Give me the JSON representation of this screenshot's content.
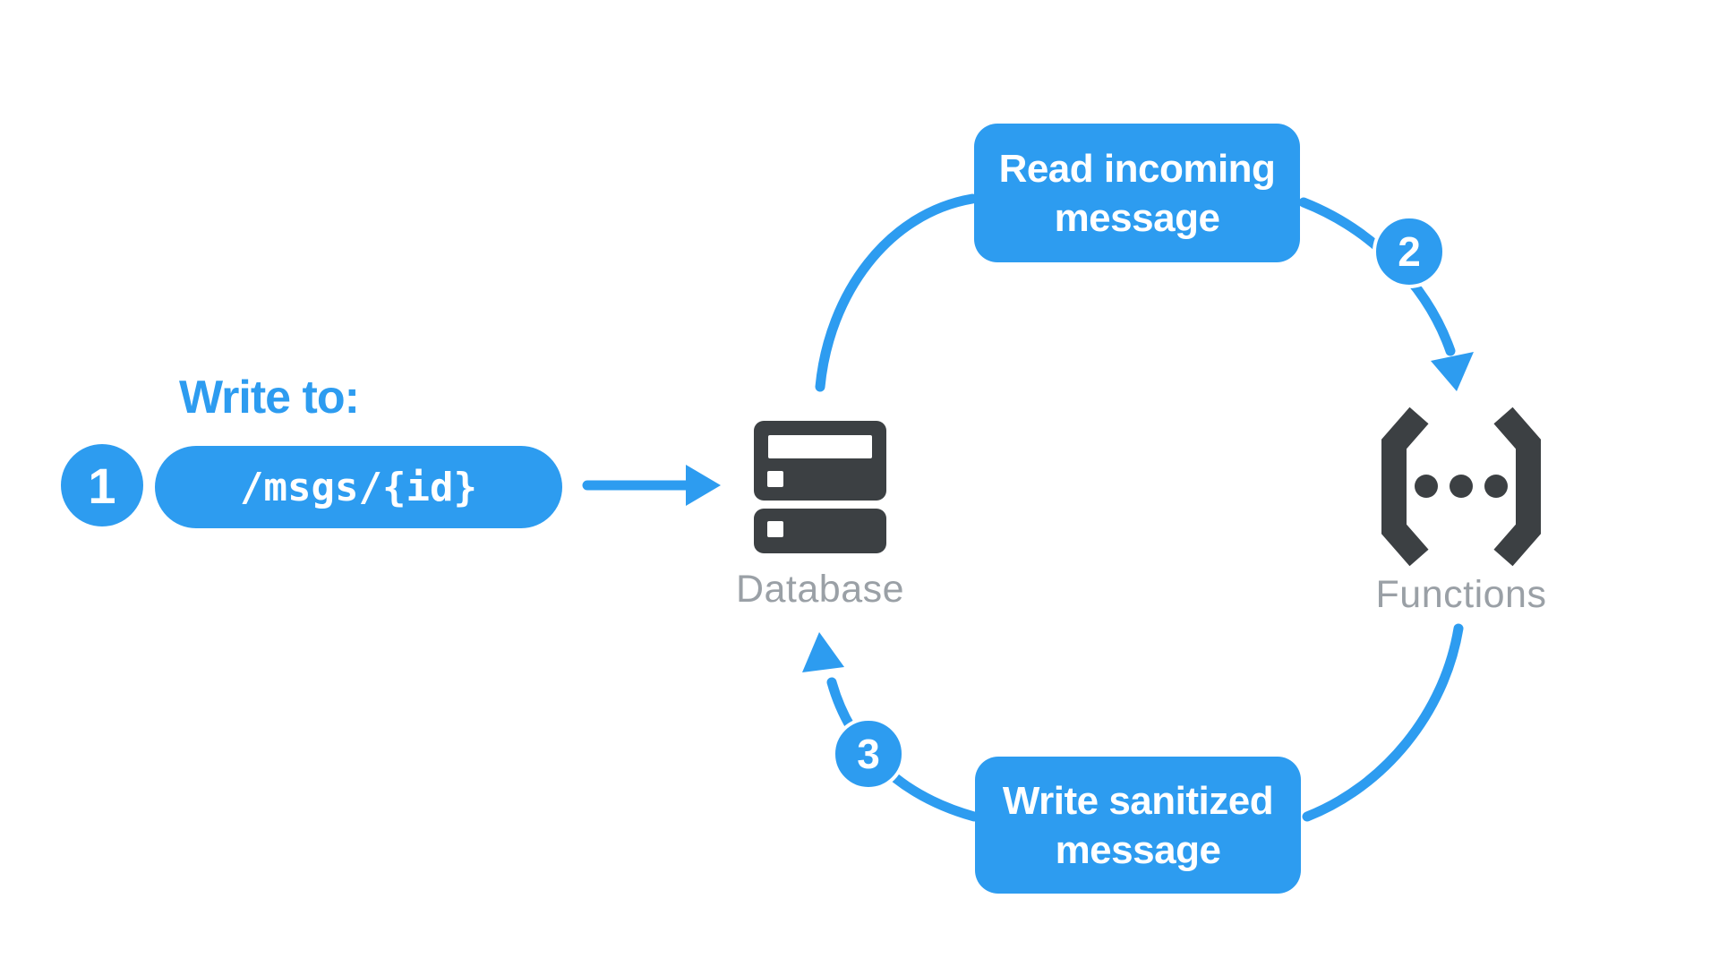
{
  "colors": {
    "accent_blue": "#2D9CF0",
    "icon_dark": "#3C4043",
    "label_gray": "#9AA0A6",
    "box_text": "#FFFFFF"
  },
  "step1": {
    "badge": "1",
    "heading": "Write to:",
    "path_value": "/msgs/{id}"
  },
  "step2": {
    "badge": "2",
    "line1": "Read incoming",
    "line2": "message"
  },
  "step3": {
    "badge": "3",
    "line1": "Write sanitized",
    "line2": "message"
  },
  "nodes": {
    "database": {
      "label": "Database"
    },
    "functions": {
      "label": "Functions"
    }
  }
}
